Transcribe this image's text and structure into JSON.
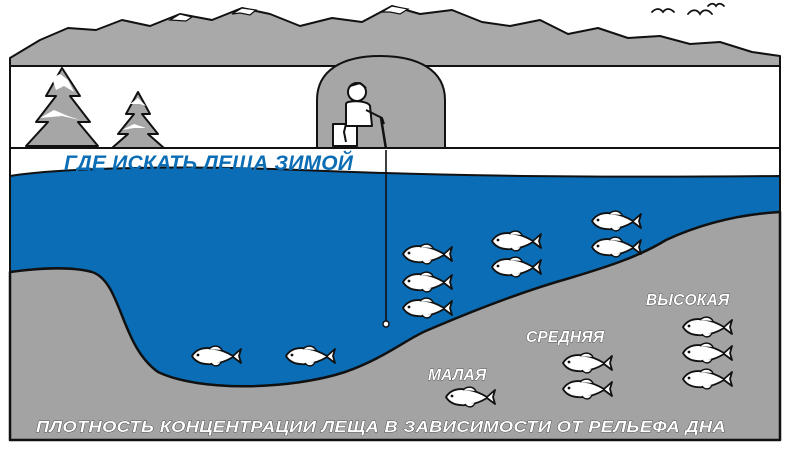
{
  "title": "ГДЕ ИСКАТЬ ЛЕЩА ЗИМОЙ",
  "caption": "ПЛОТНОСТЬ КОНЦЕНТРАЦИИ ЛЕЩА В ЗАВИСИМОСТИ ОТ РЕЛЬЕФА ДНА",
  "density_levels": {
    "low": "МАЛАЯ",
    "medium": "СРЕДНЯЯ",
    "high": "ВЫСОКАЯ"
  },
  "colors": {
    "water": "#0a6db5",
    "ground": "#a3a3a3",
    "mountains": "#a9a9a9",
    "tent": "#a6a6a6",
    "fish": "#ffffff",
    "outline": "#111111",
    "title": "#0a6db5",
    "caption": "#ffffff",
    "legend": "#ffffff"
  },
  "icons": {
    "tree": "tree-icon",
    "angler": "angler-icon",
    "fish": "fish-icon",
    "bird": "bird-icon",
    "ice_tent": "ice-tent-icon"
  }
}
